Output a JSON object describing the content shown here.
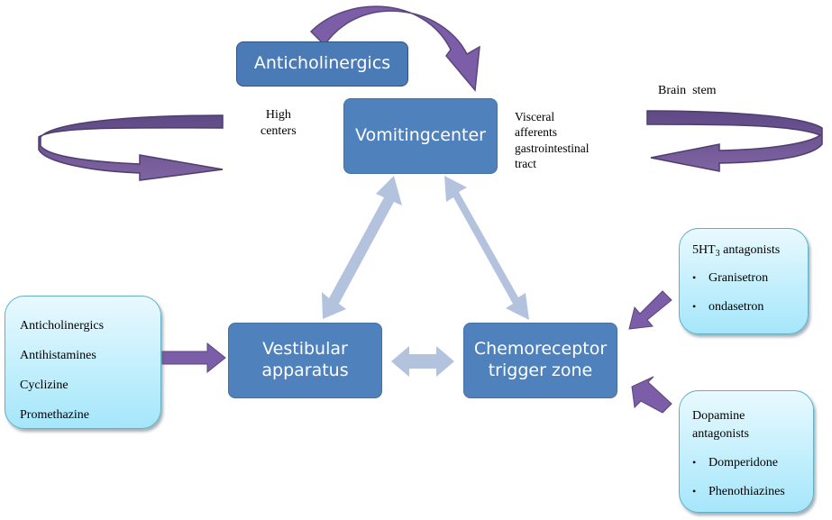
{
  "diagram": {
    "title": "Vomiting pathways and antiemetic targets",
    "colors": {
      "node_fill": "#4f81bd",
      "node_text": "#ffffff",
      "drug_box_fill": "#bfeefc",
      "purple_arrow": "#7b5ea7",
      "connector_arrow": "#b3c3de"
    },
    "nodes": {
      "anticholinergics_top": "Anticholinergics",
      "vomiting_center": "Vomitingcenter",
      "vestibular_line1": "Vestibular",
      "vestibular_line2": "apparatus",
      "ctz_line1": "Chemoreceptor",
      "ctz_line2": "trigger zone"
    },
    "labels": {
      "high_centers_line1": "High",
      "high_centers_line2": "centers",
      "visceral_line1": "Visceral",
      "visceral_line2": "afferents",
      "visceral_line3": "gastrointestinal",
      "visceral_line4": "tract",
      "brain_stem": "Brain  stem"
    },
    "left_box": {
      "items": [
        "Anticholinergics",
        "Antihistamines",
        "Cyclizine",
        "Promethazine"
      ]
    },
    "ht3_box": {
      "heading_prefix": "5HT",
      "heading_sub": "3",
      "heading_suffix": " antagonists",
      "items": [
        "Granisetron",
        "ondasetron"
      ]
    },
    "dopamine_box": {
      "heading_line1": "Dopamine",
      "heading_line2": "antagonists",
      "items": [
        "Domperidone",
        "Phenothiazines"
      ]
    }
  }
}
